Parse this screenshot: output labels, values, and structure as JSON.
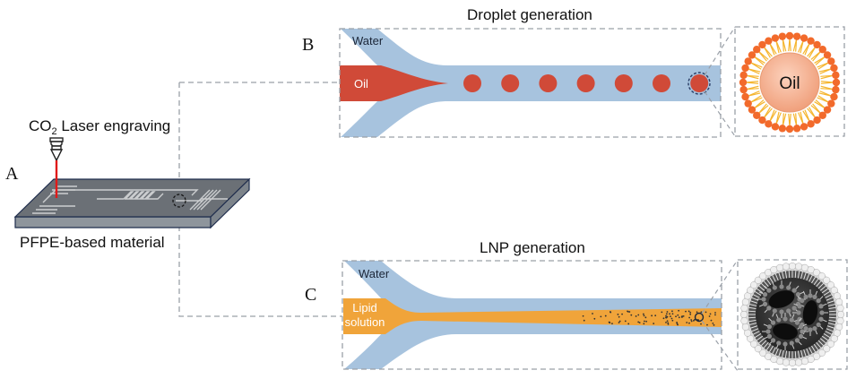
{
  "panels": {
    "a": {
      "letter": "A",
      "laser_label_prefix": "CO",
      "laser_label_sub": "2",
      "laser_label_suffix": " Laser engraving",
      "material_label": "PFPE-based material"
    },
    "b": {
      "letter": "B",
      "title": "Droplet generation",
      "water_label": "Water",
      "inlet_label": "Oil",
      "zoom_label": "Oil",
      "droplet_count": 7
    },
    "c": {
      "letter": "C",
      "title": "LNP generation",
      "water_label": "Water",
      "inlet_label_line1": "Lipid",
      "inlet_label_line2": "solution"
    }
  },
  "colors": {
    "water": "#a7c3de",
    "oil": "#d04a38",
    "lipid": "#f0a43a",
    "chip_top": "#6b7076",
    "chip_side": "#8e959c",
    "chip_edge": "#1f2d4d",
    "laser": "#e01a1a",
    "dash": "#9aa0a8",
    "head": "#f26a2b",
    "tail": "#f5b52e",
    "oil_core": "#f5b08e"
  }
}
